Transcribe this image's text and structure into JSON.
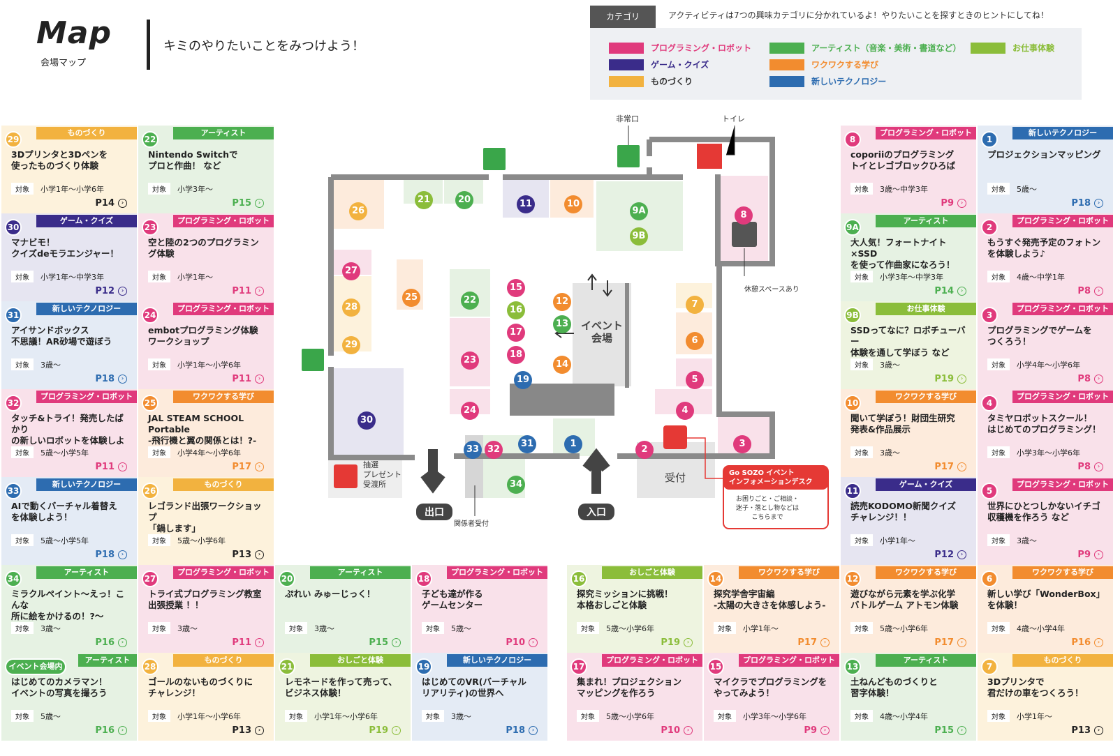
{
  "header": {
    "title": "Map",
    "subtitle": "会場マップ",
    "headline": "キミのやりたいことをみつけよう！"
  },
  "categories_panel": {
    "tab": "カテゴリ",
    "note": "アクティビティは7つの興味カテゴリに分かれているよ！やりたいことを探すときのヒントにしてね！",
    "items": [
      {
        "label": "プログラミング・ロボット",
        "color": "#e03a7c"
      },
      {
        "label": "ゲーム・クイズ",
        "color": "#3a2c8a"
      },
      {
        "label": "ものづくり",
        "color": "#f2b23f"
      },
      {
        "label": "アーティスト（音楽・美術・書道など）",
        "color": "#4caf50"
      },
      {
        "label": "ワクワクする学び",
        "color": "#f28c2f"
      },
      {
        "label": "新しいテクノロジー",
        "color": "#2d6cb0"
      },
      {
        "label": "お仕事体験",
        "color": "#8bbd3a"
      }
    ]
  },
  "target_label": "対象",
  "cards": [
    {
      "num": "29",
      "cat": "ものづくり",
      "color": "#f2b23f",
      "bg": "#fdf2dc",
      "title": "3Dプリンタと3Dペンを\n使ったものづくり体験",
      "target": "小学1年〜小学6年",
      "page": "P14"
    },
    {
      "num": "22",
      "cat": "アーティスト",
      "color": "#4caf50",
      "bg": "#e6f2e3",
      "title": "Nintendo Switchで\nプロと作曲！ など",
      "target": "小学3年〜",
      "page": "P15"
    },
    {
      "num": "30",
      "cat": "ゲーム・クイズ",
      "color": "#3a2c8a",
      "bg": "#e6e5f1",
      "title": "マナビモ！\nクイズdeモラエンジャー！",
      "target": "小学1年〜中学3年",
      "page": "P12"
    },
    {
      "num": "23",
      "cat": "プログラミング・ロボット",
      "color": "#e03a7c",
      "bg": "#f9e1ea",
      "title": "空と陸の2つのプログラミン\nグ体験",
      "target": "小学1年〜",
      "page": "P11"
    },
    {
      "num": "31",
      "cat": "新しいテクノロジー",
      "color": "#2d6cb0",
      "bg": "#e4ebf5",
      "title": "アイサンドボックス\n不思議！AR砂場で遊ぼう",
      "target": "3歳〜",
      "page": "P18"
    },
    {
      "num": "24",
      "cat": "プログラミング・ロボット",
      "color": "#e03a7c",
      "bg": "#f9e1ea",
      "title": "embotプログラミング体験\nワークショップ",
      "target": "小学1年〜小学6年",
      "page": "P11"
    },
    {
      "num": "32",
      "cat": "プログラミング・ロボット",
      "color": "#e03a7c",
      "bg": "#f9e1ea",
      "title": "タッチ&トライ！発売したばかり\nの新しいロボットを体験しよう",
      "target": "5歳〜小学5年",
      "page": "P11"
    },
    {
      "num": "25",
      "cat": "ワクワクする学び",
      "color": "#f28c2f",
      "bg": "#fdebdc",
      "title": "JAL STEAM SCHOOL Portable\n-飛行機と翼の関係とは！?-",
      "target": "小学4年〜小学6年",
      "page": "P17"
    },
    {
      "num": "33",
      "cat": "新しいテクノロジー",
      "color": "#2d6cb0",
      "bg": "#e4ebf5",
      "title": "AIで動くバーチャル着替え\nを体験しよう！",
      "target": "5歳〜小学5年",
      "page": "P18"
    },
    {
      "num": "26",
      "cat": "ものづくり",
      "color": "#f2b23f",
      "bg": "#fdf2dc",
      "title": "レゴランド出張ワークショップ\n「鍋します」",
      "target": "5歳〜小学6年",
      "page": "P13"
    },
    {
      "num": "8",
      "cat": "プログラミング・ロボット",
      "color": "#e03a7c",
      "bg": "#f9e1ea",
      "title": "coporiiのプログラミング\nトイとレゴブロックひろば",
      "target": "3歳〜中学3年",
      "page": "P9"
    },
    {
      "num": "1",
      "cat": "新しいテクノロジー",
      "color": "#2d6cb0",
      "bg": "#e4ebf5",
      "title": "プロジェクションマッピング",
      "target": "5歳〜",
      "page": "P18"
    },
    {
      "num": "9A",
      "cat": "アーティスト",
      "color": "#4caf50",
      "bg": "#e6f2e3",
      "title": "大人気！フォートナイト×SSD\nを使って作曲家になろう！",
      "target": "小学3年〜中学3年",
      "page": "P14"
    },
    {
      "num": "2",
      "cat": "プログラミング・ロボット",
      "color": "#e03a7c",
      "bg": "#f9e1ea",
      "title": "もうすぐ発売予定のフォトン\nを体験しよう♪",
      "target": "4歳〜中学1年",
      "page": "P8"
    },
    {
      "num": "9B",
      "cat": "お仕事体験",
      "color": "#8bbd3a",
      "bg": "#eef4e0",
      "title": "SSDってなに？ロボチューバー\n体験を通して学ぼう など",
      "target": "3歳〜",
      "page": "P19"
    },
    {
      "num": "3",
      "cat": "プログラミング・ロボット",
      "color": "#e03a7c",
      "bg": "#f9e1ea",
      "title": "プログラミングでゲームを\nつくろう！",
      "target": "小学4年〜小学6年",
      "page": "P8"
    },
    {
      "num": "10",
      "cat": "ワクワクする学び",
      "color": "#f28c2f",
      "bg": "#fdebdc",
      "title": "聞いて学ぼう！財団生研究\n発表&作品展示",
      "target": "3歳〜",
      "page": "P17"
    },
    {
      "num": "4",
      "cat": "プログラミング・ロボット",
      "color": "#e03a7c",
      "bg": "#f9e1ea",
      "title": "タミヤロボットスクール！\nはじめてのプログラミング！",
      "target": "小学3年〜小学6年",
      "page": "P8"
    },
    {
      "num": "11",
      "cat": "ゲーム・クイズ",
      "color": "#3a2c8a",
      "bg": "#e6e5f1",
      "title": "読売KODOMO新聞クイズ\nチャレンジ！！",
      "target": "小学1年〜",
      "page": "P12"
    },
    {
      "num": "5",
      "cat": "プログラミング・ロボット",
      "color": "#e03a7c",
      "bg": "#f9e1ea",
      "title": "世界にひとつしかないイチゴ\n収穫機を作ろう など",
      "target": "3歳〜",
      "page": "P9"
    },
    {
      "num": "34",
      "cat": "アーティスト",
      "color": "#4caf50",
      "bg": "#e6f2e3",
      "title": "ミラクルペイント～えっ！こんな\n所に絵をかけるの！?～",
      "target": "3歳〜",
      "page": "P16"
    },
    {
      "num": "27",
      "cat": "プログラミング・ロボット",
      "color": "#e03a7c",
      "bg": "#f9e1ea",
      "title": "トライ式プログラミング教室\n出張授業 ！！",
      "target": "3歳〜",
      "page": "P11"
    },
    {
      "num": "20",
      "cat": "アーティスト",
      "color": "#4caf50",
      "bg": "#e6f2e3",
      "title": "ぷれい みゅーじっく！",
      "target": "3歳〜",
      "page": "P15"
    },
    {
      "num": "18",
      "cat": "プログラミング・ロボット",
      "color": "#e03a7c",
      "bg": "#f9e1ea",
      "title": "子ども達が作る\nゲームセンター",
      "target": "5歳〜",
      "page": "P10"
    },
    {
      "num": "16",
      "cat": "おしごと体験",
      "color": "#8bbd3a",
      "bg": "#eef4e0",
      "title": "探究ミッションに挑戦！\n本格おしごと体験",
      "target": "5歳〜小学6年",
      "page": "P19"
    },
    {
      "num": "14",
      "cat": "ワクワクする学び",
      "color": "#f28c2f",
      "bg": "#fdebdc",
      "title": "探究学舎宇宙編\n-太陽の大きさを体感しよう-",
      "target": "小学1年〜",
      "page": "P17"
    },
    {
      "num": "12",
      "cat": "ワクワクする学び",
      "color": "#f28c2f",
      "bg": "#fdebdc",
      "title": "遊びながら元素を学ぶ化学\nバトルゲーム アトモン体験",
      "target": "5歳〜小学6年",
      "page": "P17"
    },
    {
      "num": "6",
      "cat": "ワクワクする学び",
      "color": "#f28c2f",
      "bg": "#fdebdc",
      "title": "新しい学び「WonderBox」\nを体験！",
      "target": "4歳〜小学4年",
      "page": "P16"
    },
    {
      "num": "イベント会場内",
      "cat": "アーティスト",
      "color": "#4caf50",
      "bg": "#e6f2e3",
      "title": "はじめてのカメラマン！\nイベントの写真を撮ろう",
      "target": "5歳〜",
      "page": "P16"
    },
    {
      "num": "28",
      "cat": "ものづくり",
      "color": "#f2b23f",
      "bg": "#fdf2dc",
      "title": "ゴールのないものづくりに\nチャレンジ！",
      "target": "小学1年〜小学6年",
      "page": "P13"
    },
    {
      "num": "21",
      "cat": "おしごと体験",
      "color": "#8bbd3a",
      "bg": "#eef4e0",
      "title": "レモネードを作って売って、\nビジネス体験！",
      "target": "小学1年〜小学6年",
      "page": "P19"
    },
    {
      "num": "19",
      "cat": "新しいテクノロジー",
      "color": "#2d6cb0",
      "bg": "#e4ebf5",
      "title": "はじめてのVR(バーチャル\nリアリティ)の世界へ",
      "target": "3歳〜",
      "page": "P18"
    },
    {
      "num": "17",
      "cat": "プログラミング・ロボット",
      "color": "#e03a7c",
      "bg": "#f9e1ea",
      "title": "集まれ！プロジェクション\nマッピングを作ろう",
      "target": "5歳〜小学6年",
      "page": "P10"
    },
    {
      "num": "15",
      "cat": "プログラミング・ロボット",
      "color": "#e03a7c",
      "bg": "#f9e1ea",
      "title": "マイクラでプログラミングを\nやってみよう！",
      "target": "小学3年〜小学6年",
      "page": "P9"
    },
    {
      "num": "13",
      "cat": "アーティスト",
      "color": "#4caf50",
      "bg": "#e6f2e3",
      "title": "土ねんどものづくりと\n習字体験！",
      "target": "4歳〜小学4年",
      "page": "P15"
    },
    {
      "num": "7",
      "cat": "ものづくり",
      "color": "#f2b23f",
      "bg": "#fdf2dc",
      "title": "3Dプリンタで\n君だけの車をつくろう！",
      "target": "小学1年〜",
      "page": "P13"
    }
  ],
  "map": {
    "labels": {
      "emergency": "非常口",
      "toilet": "トイレ",
      "rest": "休憩スペースあり",
      "event_hall": "イベント\n会場",
      "lottery": "抽選\nプレゼント\n受渡所",
      "exit": "出口",
      "staff": "関係者受付",
      "entrance": "入口",
      "reception": "受付",
      "info_title": "Go SOZO イベント\nインフォメーションデスク",
      "info_body": "お困りごと・ご相談・\n迷子・落とし物などは\nこちらまで"
    },
    "pins": [
      {
        "n": "26",
        "c": "#f2b23f"
      },
      {
        "n": "21",
        "c": "#8bbd3a"
      },
      {
        "n": "20",
        "c": "#4caf50"
      },
      {
        "n": "11",
        "c": "#3a2c8a"
      },
      {
        "n": "10",
        "c": "#f28c2f"
      },
      {
        "n": "9A",
        "c": "#4caf50"
      },
      {
        "n": "9B",
        "c": "#8bbd3a"
      },
      {
        "n": "8",
        "c": "#e03a7c"
      },
      {
        "n": "27",
        "c": "#e03a7c"
      },
      {
        "n": "28",
        "c": "#f2b23f"
      },
      {
        "n": "29",
        "c": "#f2b23f"
      },
      {
        "n": "25",
        "c": "#f28c2f"
      },
      {
        "n": "22",
        "c": "#4caf50"
      },
      {
        "n": "15",
        "c": "#e03a7c"
      },
      {
        "n": "16",
        "c": "#8bbd3a"
      },
      {
        "n": "17",
        "c": "#e03a7c"
      },
      {
        "n": "18",
        "c": "#e03a7c"
      },
      {
        "n": "12",
        "c": "#f28c2f"
      },
      {
        "n": "13",
        "c": "#4caf50"
      },
      {
        "n": "14",
        "c": "#f28c2f"
      },
      {
        "n": "23",
        "c": "#e03a7c"
      },
      {
        "n": "19",
        "c": "#2d6cb0"
      },
      {
        "n": "24",
        "c": "#e03a7c"
      },
      {
        "n": "7",
        "c": "#f2b23f"
      },
      {
        "n": "6",
        "c": "#f28c2f"
      },
      {
        "n": "5",
        "c": "#e03a7c"
      },
      {
        "n": "4",
        "c": "#e03a7c"
      },
      {
        "n": "30",
        "c": "#3a2c8a"
      },
      {
        "n": "33",
        "c": "#2d6cb0"
      },
      {
        "n": "32",
        "c": "#e03a7c"
      },
      {
        "n": "31",
        "c": "#2d6cb0"
      },
      {
        "n": "1",
        "c": "#2d6cb0"
      },
      {
        "n": "2",
        "c": "#e03a7c"
      },
      {
        "n": "3",
        "c": "#e03a7c"
      },
      {
        "n": "34",
        "c": "#4caf50"
      }
    ]
  }
}
